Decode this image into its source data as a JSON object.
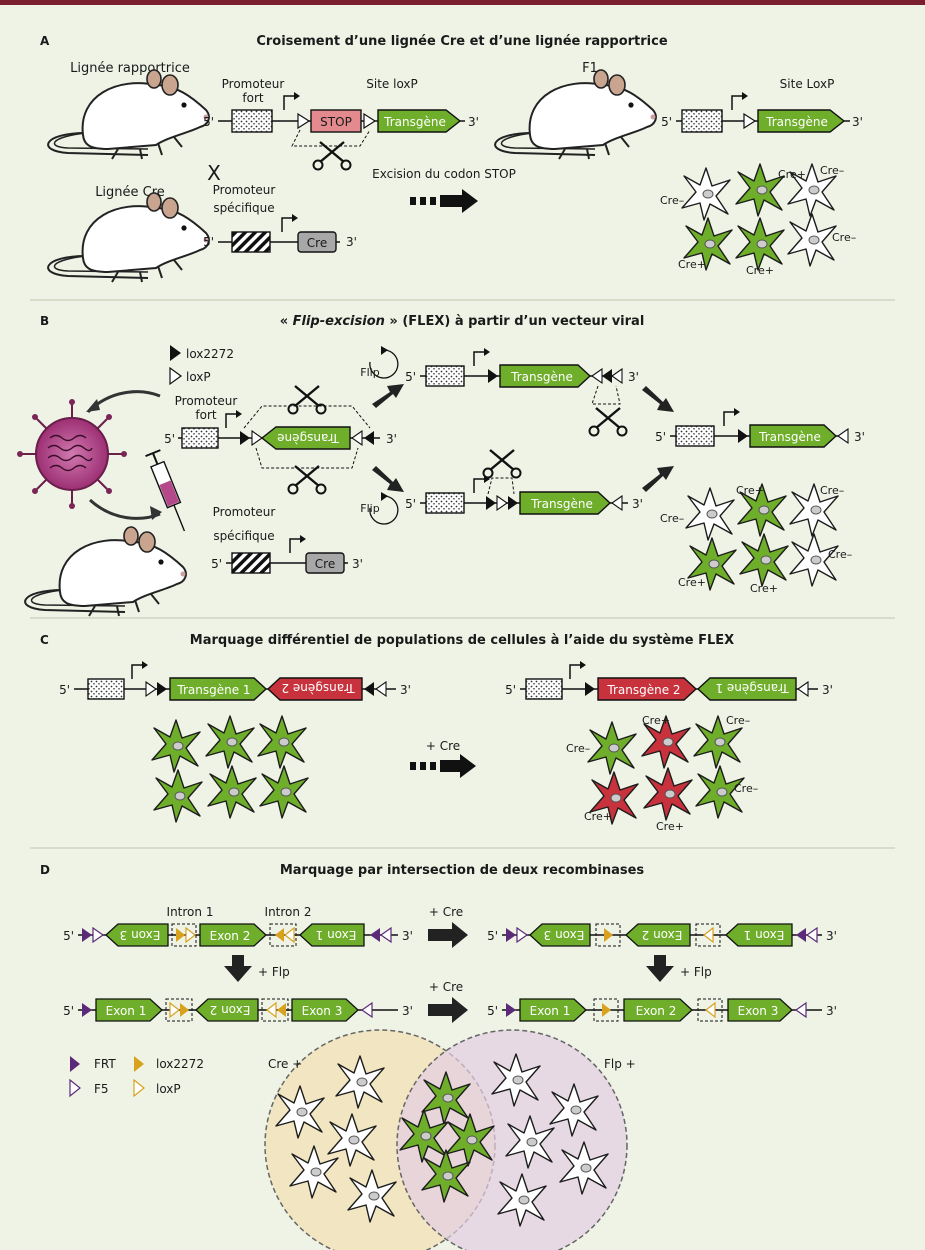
{
  "colors": {
    "background": "#eef3e6",
    "top_bar": "#7a1e2e",
    "green": "#6fae2a",
    "green_dark": "#2e5a10",
    "red": "#c8323c",
    "stop_fill": "#e28a8e",
    "cre_box": "#a8a8a8",
    "frt": "#5b2a78",
    "lox2272": "#d9a21e",
    "cre_circle": "#f2e2b4",
    "flp_circle": "#e3cde2",
    "virus": "#b5488a"
  },
  "panelA": {
    "letter": "A",
    "title": "Croisement d’une lignée Cre et d’une lignée rapportrice",
    "reporter_line": "Lignée rapportrice",
    "cre_line": "Lignée Cre",
    "cross": "X",
    "strong_promoter_1": "Promoteur",
    "strong_promoter_2": "fort",
    "lox_site": "Site loxP",
    "stop": "STOP",
    "transgene": "Transgène",
    "five": "5'",
    "three": "3'",
    "specific_promoter_1": "Promoteur",
    "specific_promoter_2": "spécifique",
    "cre": "Cre",
    "excision": "Excision du codon STOP",
    "f1": "F1",
    "site_loxp": "Site LoxP",
    "cre_pos": "Cre+",
    "cre_neg": "Cre–"
  },
  "panelB": {
    "letter": "B",
    "title_open": "« ",
    "title_italic": "Flip-excision",
    "title_rest": " » (FLEX) à partir d’un vecteur viral",
    "lox2272": "lox2272",
    "loxp": "loxP",
    "strong_promoter_1": "Promoteur",
    "strong_promoter_2": "fort",
    "specific_promoter_1": "Promoteur",
    "specific_promoter_2": "spécifique",
    "flip": "Flip",
    "transgene": "Transgène",
    "cre": "Cre",
    "five": "5'",
    "three": "3'",
    "cre_pos": "Cre+",
    "cre_neg": "Cre–"
  },
  "panelC": {
    "letter": "C",
    "title": "Marquage différentiel de populations de cellules à l’aide du système FLEX",
    "transgene1": "Transgène 1",
    "transgene2": "Transgène 2",
    "plus_cre": "+ Cre",
    "five": "5'",
    "three": "3'",
    "cre_pos": "Cre+",
    "cre_neg": "Cre–"
  },
  "panelD": {
    "letter": "D",
    "title": "Marquage par intersection de deux recombinases",
    "intron1": "Intron 1",
    "intron2": "Intron 2",
    "exon1": "Exon 1",
    "exon2": "Exon 2",
    "exon3": "Exon 3",
    "plus_cre": "+ Cre",
    "plus_flp": "+ Flp",
    "five": "5'",
    "three": "3'",
    "legend_frt": "FRT",
    "legend_f5": "F5",
    "legend_lox2272": "lox2272",
    "legend_loxp": "loxP",
    "cre_plus": "Cre +",
    "flp_plus": "Flp +"
  }
}
